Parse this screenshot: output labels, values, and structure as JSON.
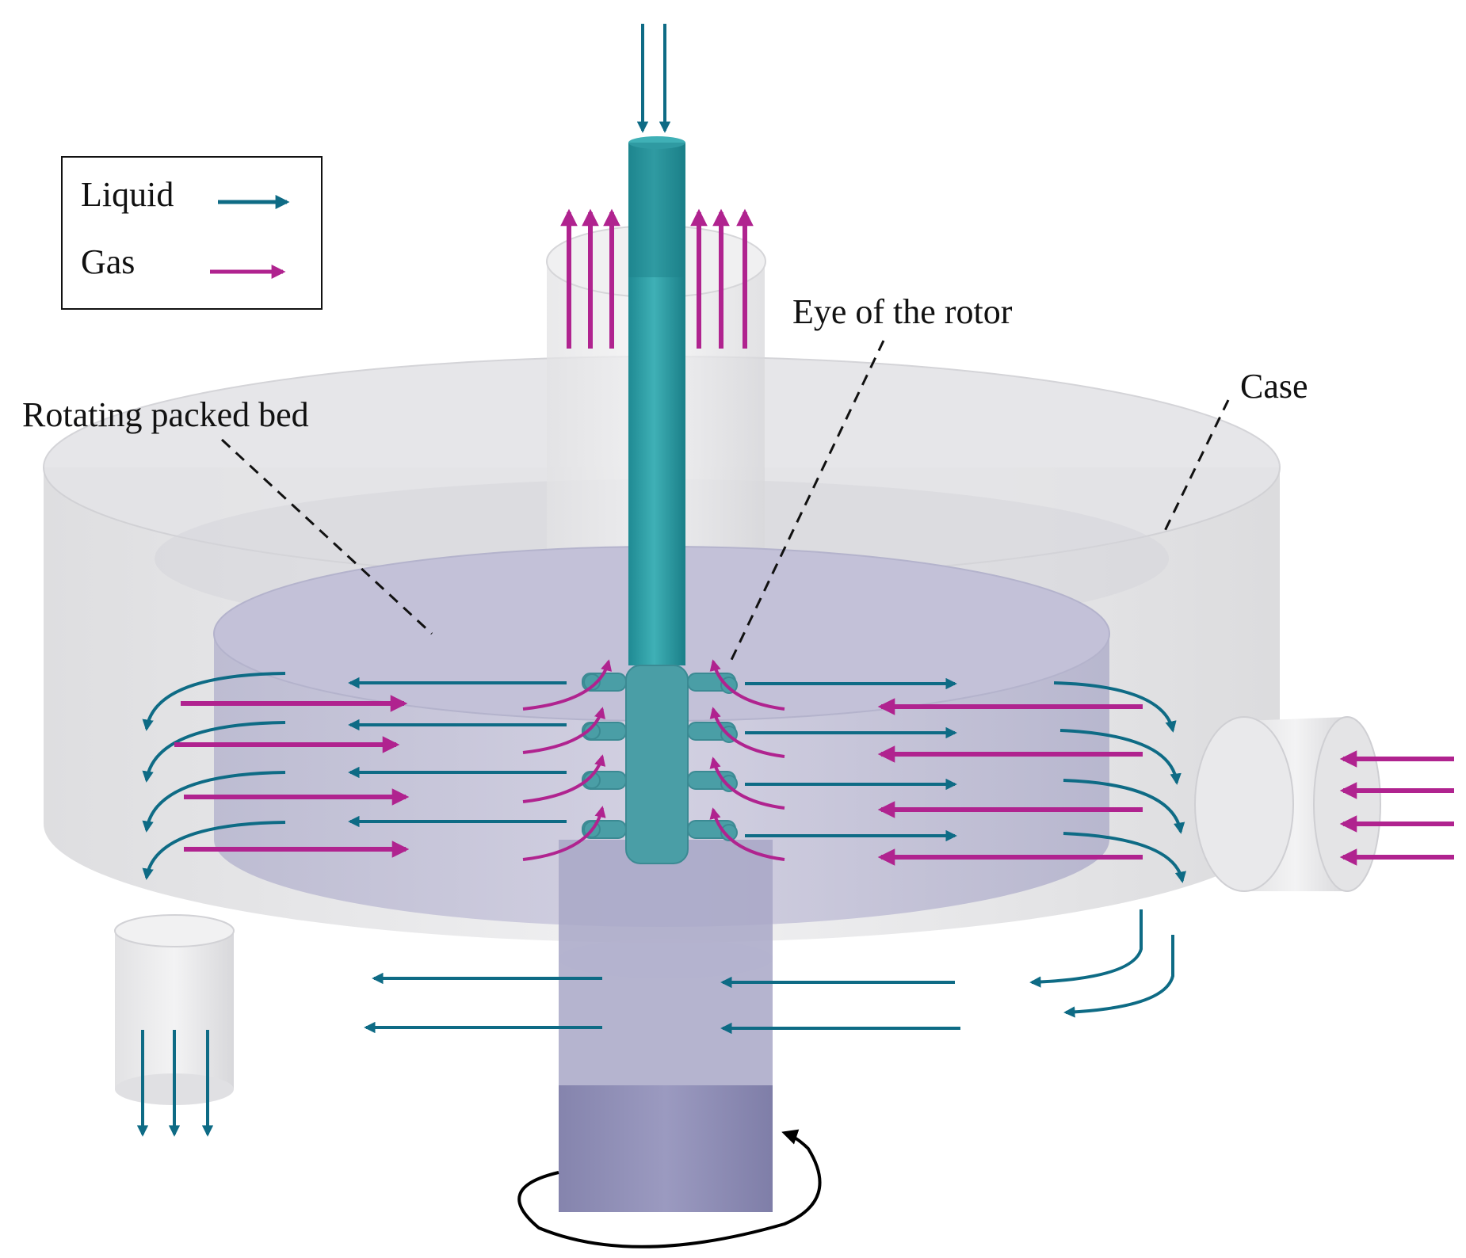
{
  "legend": {
    "items": [
      {
        "label": "Liquid",
        "color": "#0e6b85"
      },
      {
        "label": "Gas",
        "color": "#b0238f"
      }
    ]
  },
  "labels": {
    "rotating_packed_bed": "Rotating packed bed",
    "eye_of_rotor": "Eye of the rotor",
    "case": "Case"
  },
  "colors": {
    "liquid": "#0e6b85",
    "gas": "#b0238f",
    "shaft": "#2e9aa3",
    "bed": "#a7a6c6",
    "case": "#d9d9dc",
    "rotation_arrow": "#000000"
  }
}
